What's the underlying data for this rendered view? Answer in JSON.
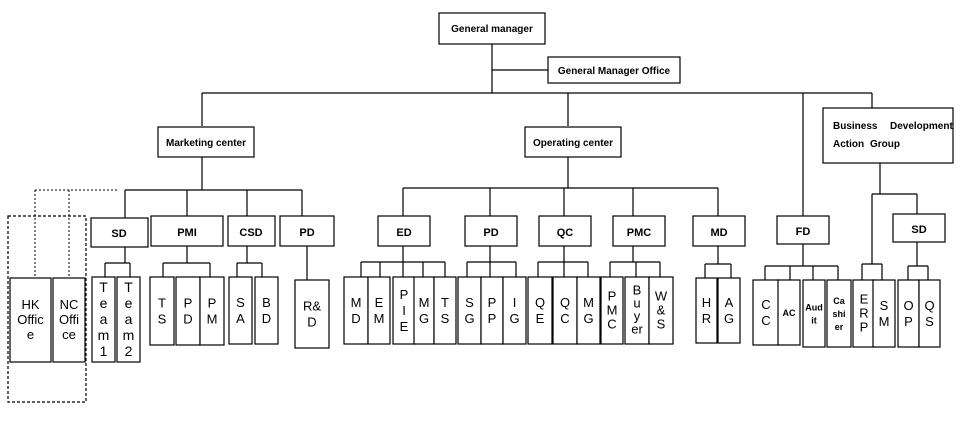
{
  "org": {
    "gm": "General manager",
    "gmo": "General Manager Office",
    "marketing_center": "Marketing center",
    "operating_center": "Operating center",
    "bdag": [
      "Business",
      "Development",
      "Action",
      "Group"
    ],
    "dept": {
      "sd": "SD",
      "pmi": "PMI",
      "csd": "CSD",
      "pd": "PD",
      "ed": "ED",
      "pd2": "PD",
      "qc": "QC",
      "pmc": "PMC",
      "md": "MD",
      "fd": "FD",
      "sd2": "SD"
    },
    "leaf": {
      "hk": [
        "HK",
        "Offic",
        "e"
      ],
      "nc": [
        "NC",
        "Offi",
        "ce"
      ],
      "team1": [
        "T",
        "e",
        "a",
        "m",
        "1"
      ],
      "team2": [
        "T",
        "e",
        "a",
        "m",
        "2"
      ],
      "ts": [
        "T",
        "S"
      ],
      "pd": [
        "P",
        "D"
      ],
      "pm": [
        "P",
        "M"
      ],
      "sa": [
        "S",
        "A"
      ],
      "bd": [
        "B",
        "D"
      ],
      "rd": [
        "R&",
        "D"
      ],
      "md_e": [
        "M",
        "D"
      ],
      "em": [
        "E",
        "M"
      ],
      "pie": [
        "P",
        "I",
        "E"
      ],
      "mg_e": [
        "M",
        "G"
      ],
      "ts_e": [
        "T",
        "S"
      ],
      "sg": [
        "S",
        "G"
      ],
      "pp": [
        "P",
        "P"
      ],
      "ig": [
        "I",
        "G"
      ],
      "qe": [
        "Q",
        "E"
      ],
      "qc": [
        "Q",
        "C"
      ],
      "mg_q": [
        "M",
        "G"
      ],
      "pmc": [
        "P",
        "M",
        "C"
      ],
      "buyer": [
        "B",
        "u",
        "y",
        "er"
      ],
      "ws": [
        "W",
        "&",
        "S"
      ],
      "hr": [
        "H",
        "R"
      ],
      "ag": [
        "A",
        "G"
      ],
      "cc": [
        "C",
        "C"
      ],
      "ac": [
        "AC"
      ],
      "audit": [
        "Aud",
        "it"
      ],
      "cashier": [
        "Ca",
        "shi",
        "er"
      ],
      "erp": [
        "E",
        "R",
        "P"
      ],
      "sm": [
        "S",
        "M"
      ],
      "op": [
        "O",
        "P"
      ],
      "qs": [
        "Q",
        "S"
      ]
    }
  }
}
